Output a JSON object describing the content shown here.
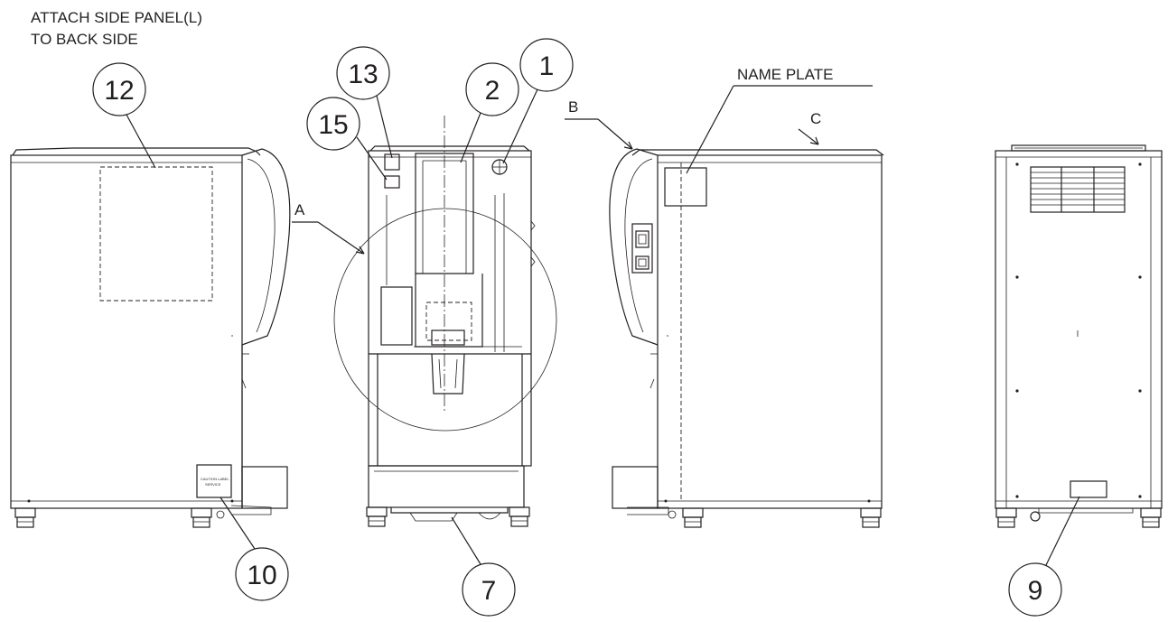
{
  "notes": {
    "attach_line1": "ATTACH SIDE PANEL(L)",
    "attach_line2": "TO BACK SIDE",
    "name_plate": "NAME PLATE"
  },
  "view_labels": {
    "a": "A",
    "b": "B",
    "c": "C"
  },
  "callouts": {
    "c1": "1",
    "c2": "2",
    "c7": "7",
    "c9": "9",
    "c10": "10",
    "c12": "12",
    "c13": "13",
    "c15": "15"
  },
  "caution_label": {
    "line1": "CAUTION LABEL",
    "line2": "SERVICE"
  }
}
